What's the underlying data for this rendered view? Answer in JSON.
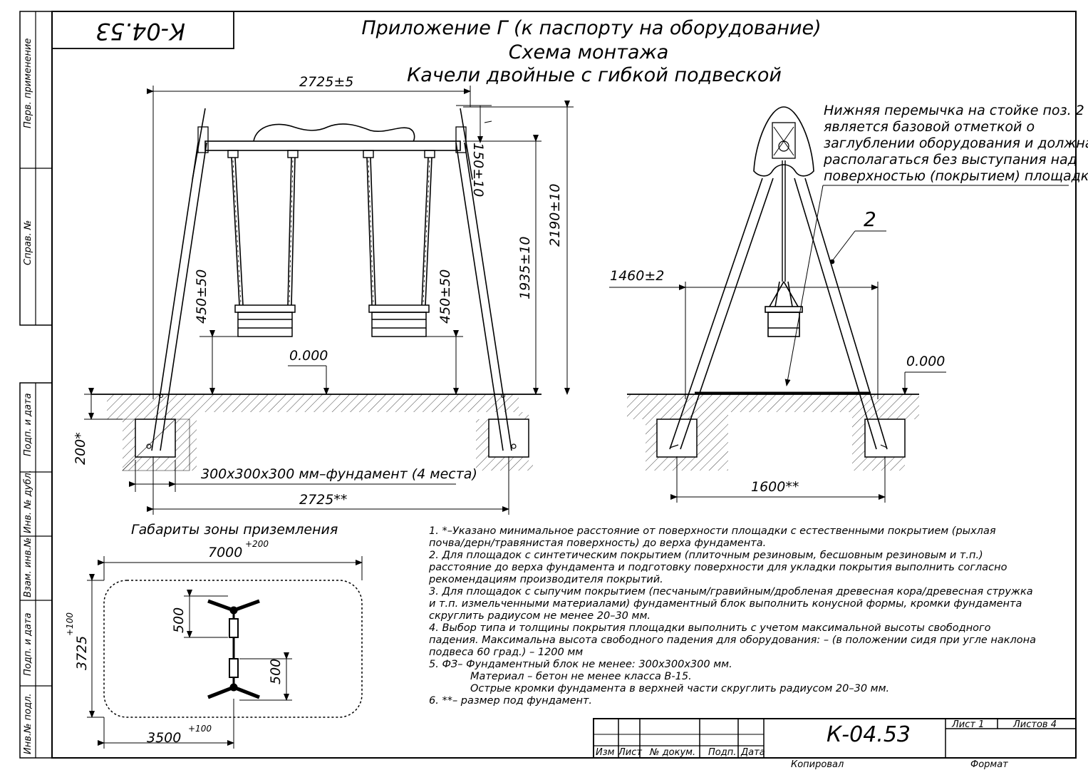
{
  "header": {
    "code_stamp": "К-04.53",
    "title_line1": "Приложение Г (к паспорту на оборудование)",
    "title_line2": "Схема монтажа",
    "title_line3": "Качели двойные с гибкой подвеской"
  },
  "front_view": {
    "dim_top": "2725±5",
    "dim_bar": "150±10",
    "dim_height_full": "2190±10",
    "dim_height_axis": "1935±10",
    "dim_seat_left": "450±50",
    "dim_seat_right": "450±50",
    "level_mark": "0.000",
    "dim_depth": "200*",
    "foundation_label": "300x300x300 мм–фундамент (4 места)",
    "dim_bottom": "2725**"
  },
  "side_view": {
    "note": [
      "Нижняя перемычка на стойке поз. 2",
      "является базовой отметкой о",
      "заглублении оборудования и должна",
      "располагаться без выступания над",
      "поверхностью (покрытием) площадки."
    ],
    "position_label": "2",
    "dim_width": "1460±2",
    "level_mark": "0.000",
    "dim_base": "1600**"
  },
  "landing_zone": {
    "title": "Габариты зоны приземления",
    "dim_length": "7000",
    "dim_length_tol": "+200",
    "dim_width": "3725",
    "dim_width_tol": "+100",
    "dim_half": "3500",
    "dim_half_tol": "+100",
    "dim_a": "500",
    "dim_b": "500"
  },
  "notes": [
    "1. *–Указано минимальное расстояние от поверхности площадки с естественными покрытием (рыхлая",
    "почва/дерн/травянистая поверхность) до верха фундамента.",
    "2. Для площадок с синтетическим покрытием (плиточным резиновым, бесшовным резиновым и т.п.)",
    "расстояние до верха фундамента и подготовку поверхности для укладки покрытия выполнить согласно",
    "рекомендациям производителя покрытий.",
    "3. Для площадок с сыпучим покрытием (песчаным/гравийным/дробленая древесная кора/древесная стружка",
    "и т.п. измельченными материалами) фундаментный блок выполнить конусной формы, кромки фундамента",
    "скруглить радиусом не менее 20–30 мм.",
    "4. Выбор типа и толщины покрытия площадки выполнить с учетом максимальной высоты свободного",
    "падения. Максимальна высота свободного падения для оборудования: – (в положении сидя при угле наклона",
    "подвеса 60 град.) – 1200 мм",
    "5. ФЗ– Фундаментный блок не менее: 300х300х300 мм.",
    "Материал – бетон не менее класса В-15.",
    "Острые кромки фундамента в верхней части скруглить радиусом 20–30 мм.",
    "6. **– размер под фундамент."
  ],
  "side_margin": {
    "perv_primenenie": "Перв. применение",
    "sprav_no": "Справ. №",
    "podp_data_1": "Подп. и дата",
    "inv_dubl": "Инв. № дубл.",
    "vzam_inv": "Взам. инв.№",
    "podp_data_2": "Подп. и дата",
    "inv_podl": "Инв.№ подл."
  },
  "title_block": {
    "code": "К-04.53",
    "sheet": "Лист 1",
    "sheets": "Листов 4",
    "col_izm": "Изм",
    "col_list": "Лист",
    "col_docum": "№ докум.",
    "col_podp": "Подп.",
    "col_data": "Дата",
    "kopiroval": "Копировал",
    "format": "Формат"
  }
}
